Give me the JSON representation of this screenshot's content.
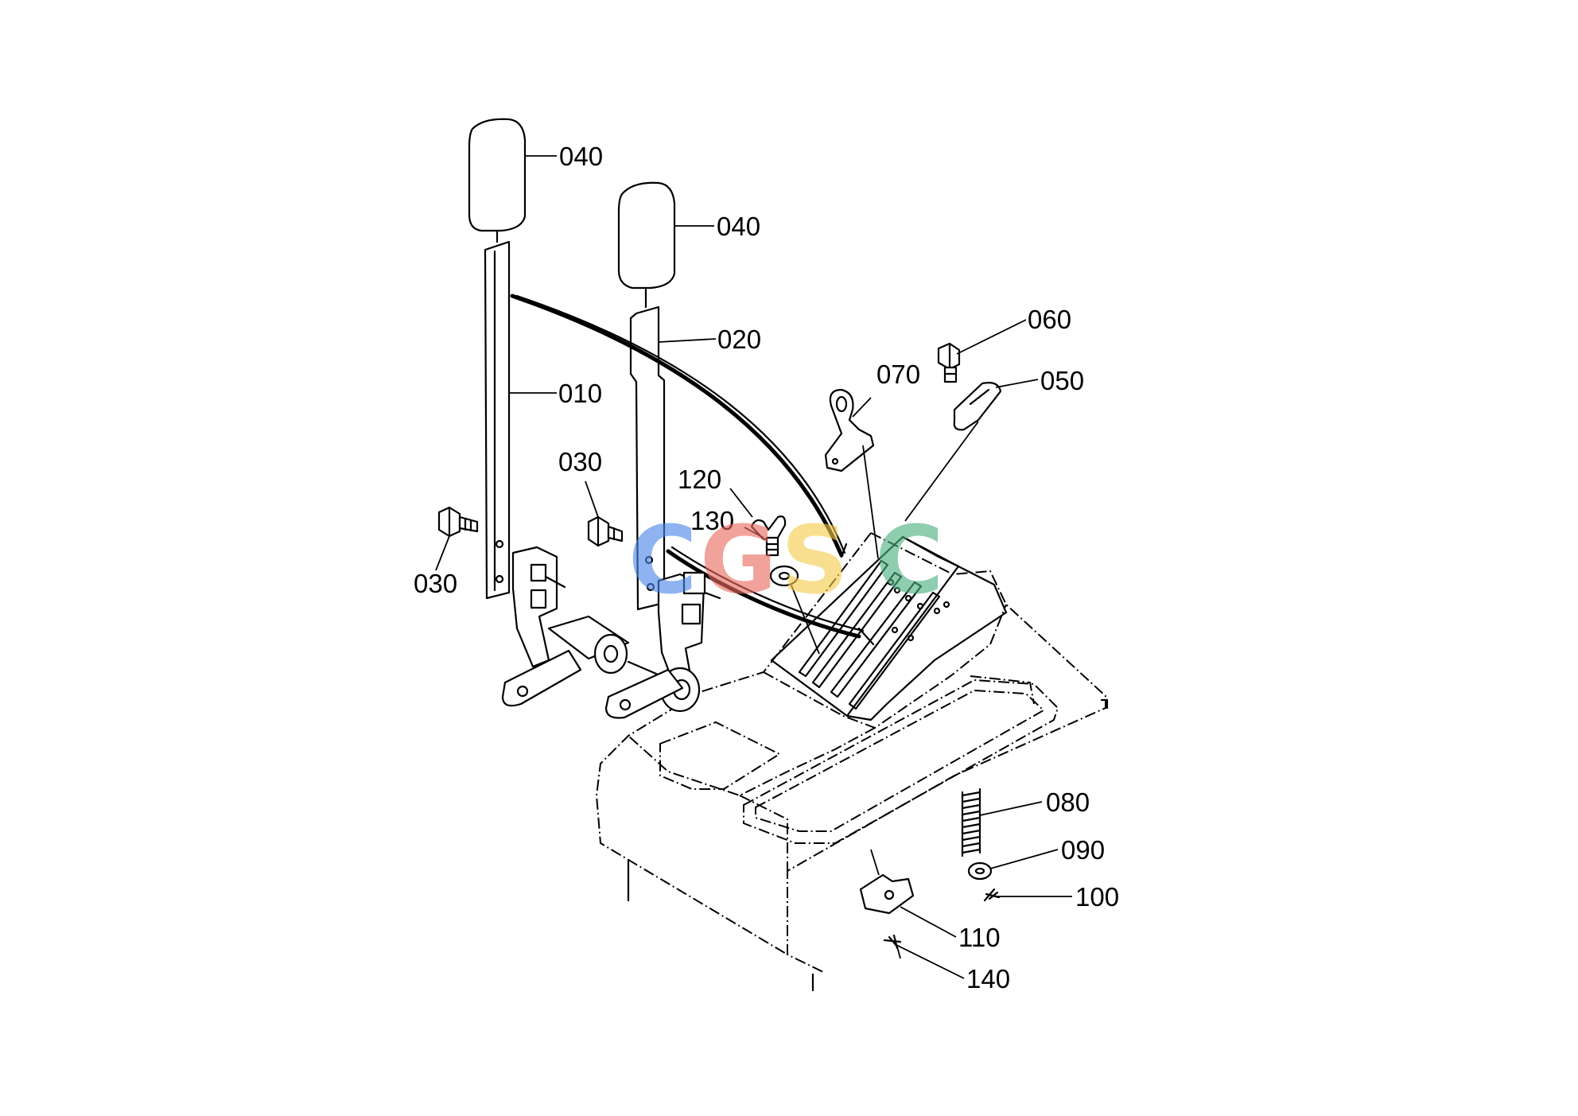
{
  "diagram": {
    "callouts": {
      "grip_left": "040",
      "grip_right": "040",
      "lever_right": "020",
      "lever_left": "010",
      "bolt_left": "030",
      "bolt_right": "030",
      "bolt_060": "060",
      "clip_050": "050",
      "hook_070": "070",
      "wing_bolt": "120",
      "washer_130": "130",
      "spring_080": "080",
      "washer_090": "090",
      "pin_100": "100",
      "plate_110": "110",
      "pin_140": "140"
    },
    "watermark": {
      "letters": [
        "C",
        "G",
        "S",
        "C"
      ],
      "colors": [
        "#4a86e8",
        "#ea6b5f",
        "#f4cc4b",
        "#4caf7f"
      ]
    }
  }
}
